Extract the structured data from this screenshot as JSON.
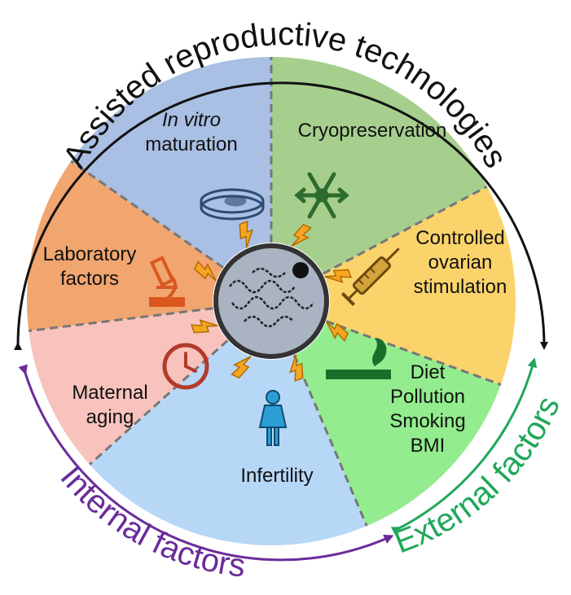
{
  "diagram": {
    "outer_arc_title": "Assisted reproductive technologies",
    "left_arc_title": "Internal factors",
    "right_arc_title": "External factors",
    "colors": {
      "outer_arrow": "#111111",
      "internal": "#6a2c9a",
      "external": "#1fa85a",
      "center_fill": "#a9b3c2",
      "center_ring": "#333333",
      "bolt": "#f5a623",
      "divider": "#777777"
    },
    "segments": [
      {
        "id": "cryopreservation",
        "lines": [
          "Cryopreservation"
        ],
        "italic_line": -1,
        "color": "#a6cf8e",
        "icon": "snowflake-icon"
      },
      {
        "id": "controlled-ovarian-stimulation",
        "lines": [
          "Controlled",
          "ovarian",
          "stimulation"
        ],
        "italic_line": -1,
        "color": "#fbd36b",
        "icon": "syringe-icon"
      },
      {
        "id": "diet-pollution-smoking-bmi",
        "lines": [
          "Diet",
          "Pollution",
          "Smoking",
          "BMI"
        ],
        "italic_line": -1,
        "color": "#93ec8e",
        "icon": "cigarette-icon"
      },
      {
        "id": "infertility",
        "lines": [
          "Infertility"
        ],
        "italic_line": -1,
        "color": "#b7d7f7",
        "icon": "woman-icon"
      },
      {
        "id": "maternal-aging",
        "lines": [
          "Maternal",
          "aging"
        ],
        "italic_line": -1,
        "color": "#f7c3bc",
        "icon": "clock-icon"
      },
      {
        "id": "laboratory-factors",
        "lines": [
          "Laboratory",
          "factors"
        ],
        "italic_line": -1,
        "color": "#f1a56f",
        "icon": "microscope-icon"
      },
      {
        "id": "in-vitro-maturation",
        "lines": [
          "In vitro",
          "maturation"
        ],
        "italic_line": 0,
        "color": "#a9bfe3",
        "icon": "petri-dish-icon"
      }
    ]
  }
}
